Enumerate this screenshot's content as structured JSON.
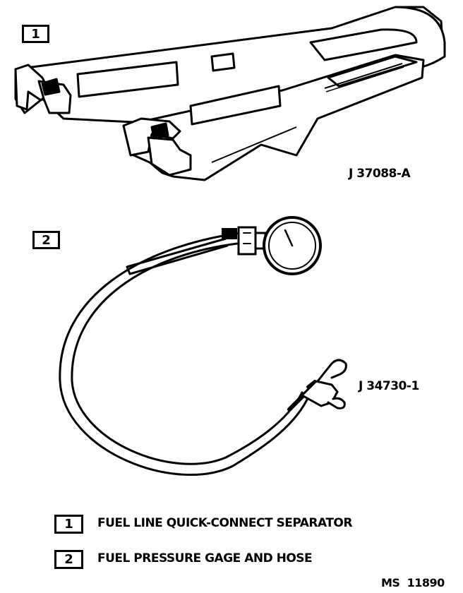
{
  "items": [
    {
      "number": "1",
      "part_number": "J 37088-A",
      "description": "FUEL LINE QUICK-CONNECT SEPARATOR",
      "icon": "quick-connect-separator-tool"
    },
    {
      "number": "2",
      "part_number": "J 34730-1",
      "description": "FUEL PRESSURE GAGE AND HOSE",
      "icon": "fuel-pressure-gage-hose"
    }
  ],
  "figure_code": "MS  11890"
}
